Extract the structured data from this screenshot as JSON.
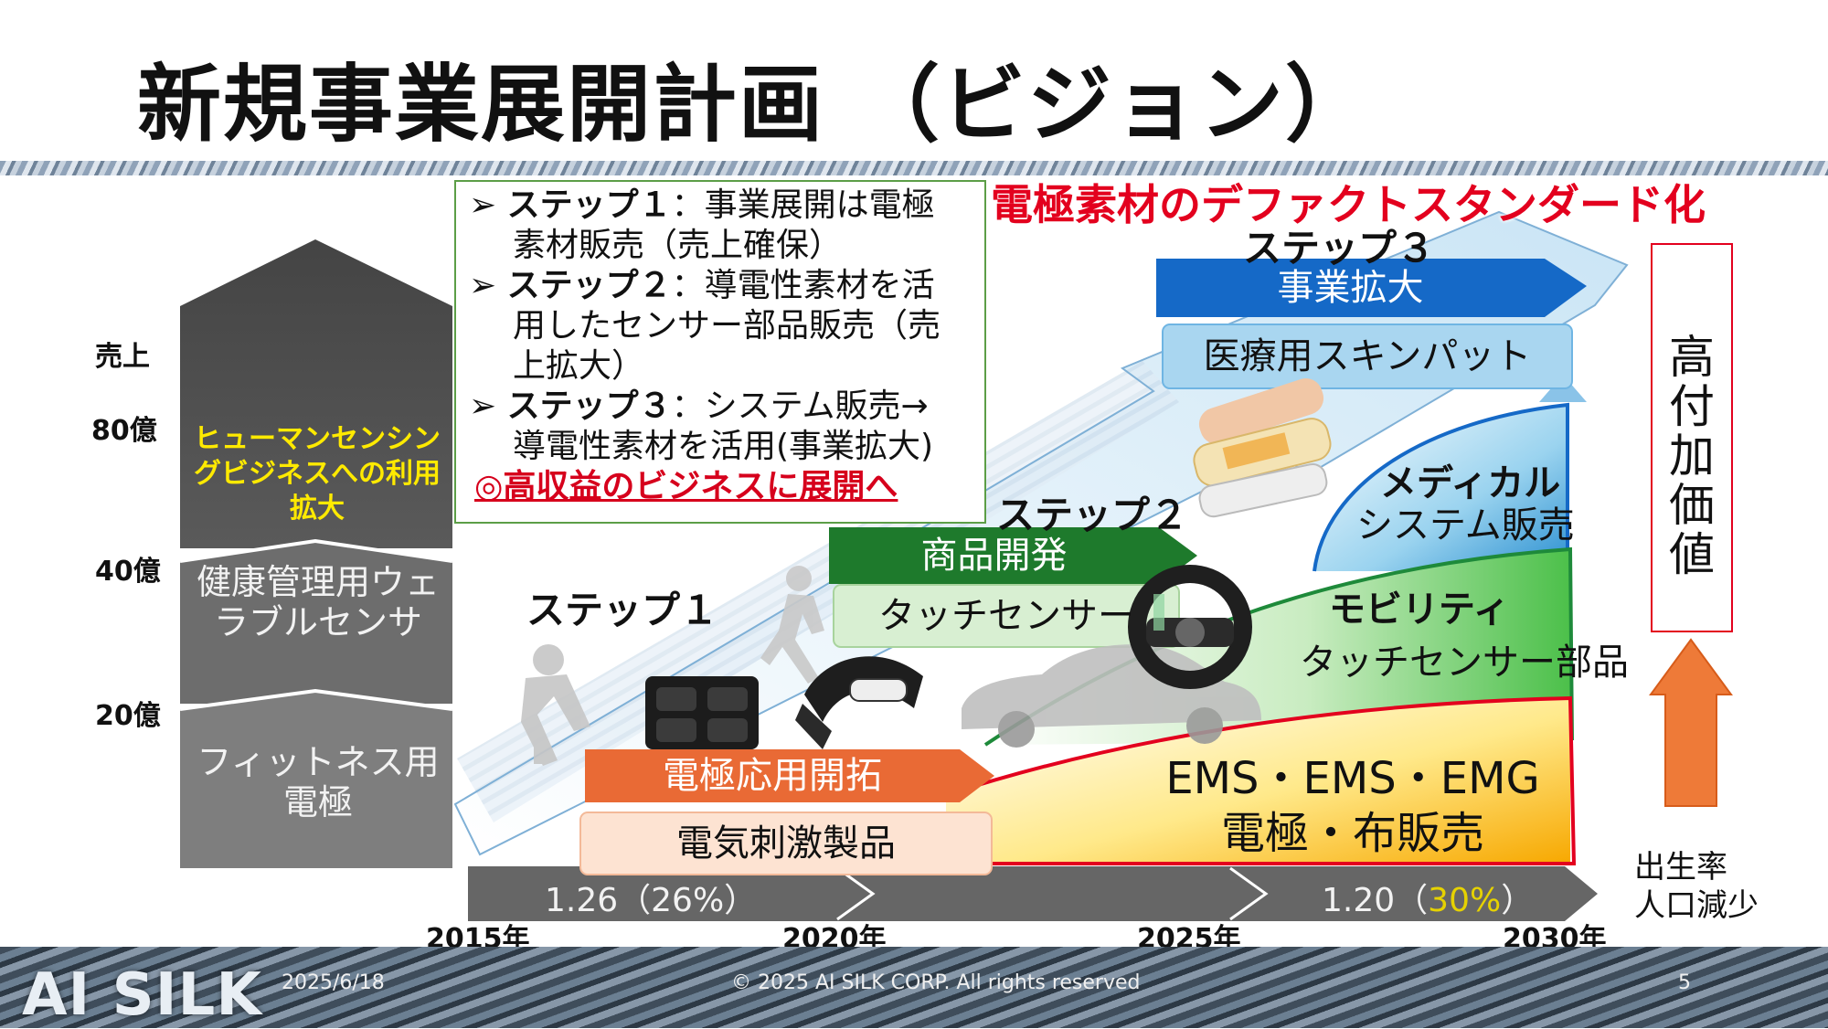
{
  "title": "新規事業展開計画 （ビジョン）",
  "headline": "電極素材のデファクトスタンダード化",
  "steps_box": {
    "lines": [
      {
        "bullet": "➢",
        "bold": "ステップ１",
        "text": "：事業展開は電極"
      },
      {
        "text": "素材販売（売上確保）"
      },
      {
        "bullet": "➢",
        "bold": "ステップ２",
        "text": "：導電性素材を活"
      },
      {
        "text": "用したセンサー部品販売（売"
      },
      {
        "text": "上拡大）"
      },
      {
        "bullet": "➢",
        "bold": "ステップ３",
        "text": "：システム販売→"
      },
      {
        "text": "導電性素材を活用(事業拡大)"
      }
    ],
    "highlight": "◎高収益のビジネスに展開へ"
  },
  "sales_axis": {
    "label": "売上",
    "ticks": [
      "80億",
      "40億",
      "20億"
    ]
  },
  "pillar": {
    "top_text": "ヒューマンセンシングビジネスへの利用拡大",
    "middle_text": "健康管理用ウェラブルセンサ",
    "bottom_text": "フィットネス用電極"
  },
  "steps": {
    "step1": {
      "label": "ステップ１",
      "arrow_label": "電極応用開拓",
      "product": "電気刺激製品"
    },
    "step2": {
      "label": "ステップ２",
      "arrow_label": "商品開発",
      "product": "タッチセンサー"
    },
    "step3": {
      "label": "ステップ３",
      "arrow_label": "事業拡大",
      "product": "医療用スキンパット"
    }
  },
  "segments": {
    "medical": {
      "title": "メディカル",
      "sub": "システム販売"
    },
    "mobility": {
      "title": "モビリティ",
      "sub": "タッチセンサー部品"
    },
    "ems": {
      "line1": "EMS・EMS・EMG",
      "line2": "電極・布販売"
    }
  },
  "value_box": {
    "text": "高付加価値"
  },
  "birth_rate": {
    "left": "1.26（26%）",
    "right_value": "1.20（",
    "right_pct": "30%",
    "right_close": "）",
    "label_line1": "出生率",
    "label_line2": "人口減少"
  },
  "years": [
    "2015年",
    "2020年",
    "2025年",
    "2030年"
  ],
  "footer": {
    "logo": "AI SILK",
    "date": "2025/6/18",
    "copyright": "© 2025 AI SILK CORP. All rights reserved",
    "page": "5"
  },
  "colors": {
    "step1_arrow": "#e96a35",
    "step2_arrow": "#1e7a2c",
    "step3_arrow": "#1569c7",
    "headline": "#e3001e",
    "pct_highlight": "#e6d200"
  }
}
